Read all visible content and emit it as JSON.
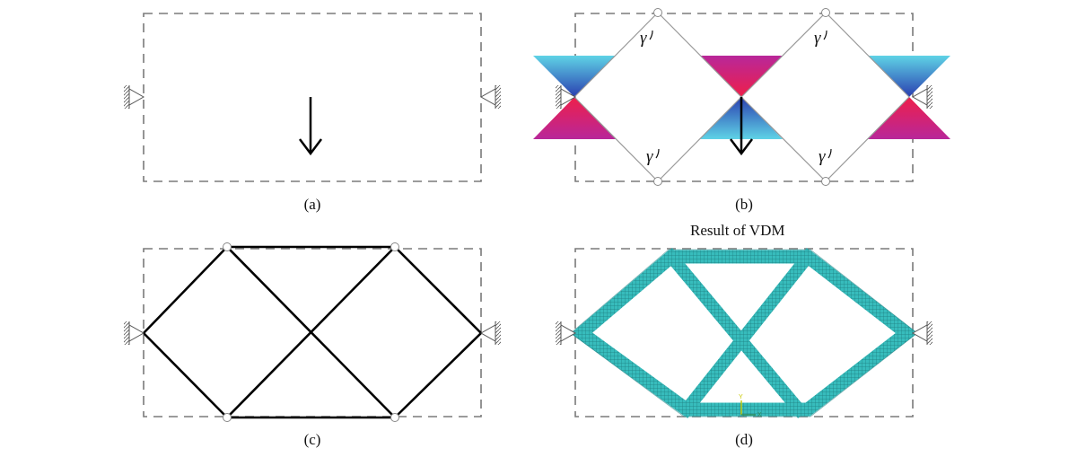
{
  "panels": [
    {
      "id": "a",
      "caption": "(a)"
    },
    {
      "id": "b",
      "caption": "(b)",
      "labels": [
        "γ",
        "γ",
        "γ",
        "γ"
      ]
    },
    {
      "id": "c",
      "caption": "(c)"
    },
    {
      "id": "d",
      "caption": "(d)",
      "title": "Result of VDM",
      "axis_y": "Y",
      "axis_x": "X"
    }
  ],
  "colors": {
    "domain_border": "#7a7a7a",
    "member": "#000000",
    "vdm_fill": "#37bcbc",
    "vdm_grid": "#1e7f80",
    "cone_cyan": "#5fd3e6",
    "cone_blue": "#2a3fb0",
    "cone_magenta": "#c4268f",
    "cone_red": "#ee1f4a",
    "axis_y": "#c8c800",
    "axis_x": "#2e8b57"
  }
}
